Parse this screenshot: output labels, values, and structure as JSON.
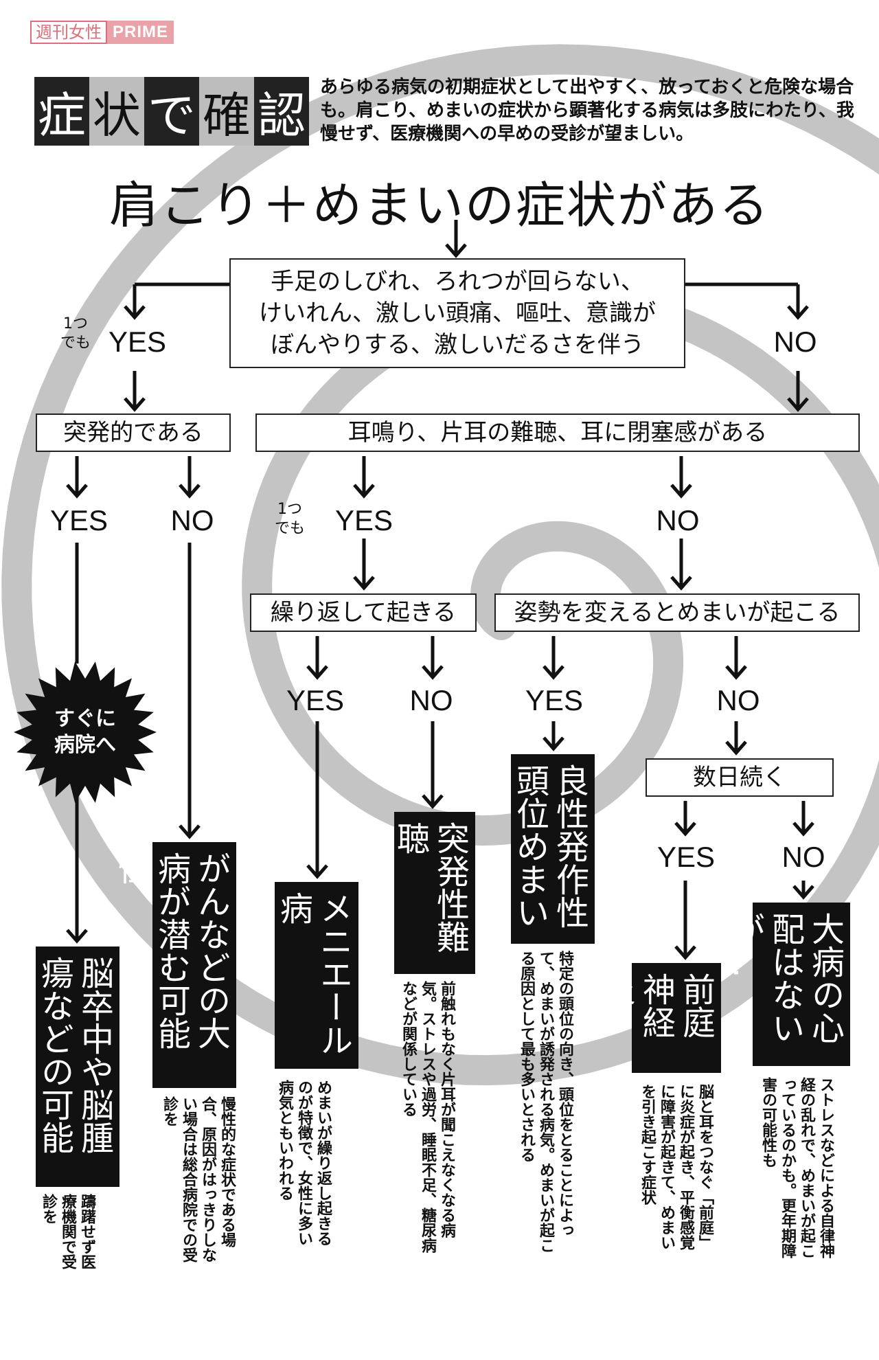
{
  "logo": {
    "part1": "週刊女性",
    "part2": "PRIME"
  },
  "header": {
    "chars": [
      "症",
      "状",
      "で",
      "確",
      "認"
    ]
  },
  "intro": "あらゆる病気の初期症状として出やすく、放っておくと危険な場合も。肩こり、めまいの症状から顕著化する病気は多肢にわたり、我慢せず、医療機関への早めの受診が望ましい。",
  "title": "肩こり＋めまいの症状がある",
  "q1": {
    "line1": "手足のしびれ、ろれつが回らない、",
    "line2": "けいれん、激しい頭痛、嘔吐、意識が",
    "line3": "ぼんやりする、激しいだるさを伴う"
  },
  "one_or_more": {
    "l1": "1つ",
    "l2": "でも"
  },
  "yes": "YES",
  "no": "NO",
  "q_sudden": "突発的である",
  "q_ear": "耳鳴り、片耳の難聴、耳に閉塞感がある",
  "q_repeat": "繰り返して起きる",
  "q_posture": "姿勢を変えるとめまいが起こる",
  "q_days": "数日続く",
  "burst": {
    "l1": "すぐに",
    "l2": "病院へ"
  },
  "results": {
    "stroke": {
      "title": "脳卒中や脳腫瘍などの可能性が",
      "note": "躊躇せず医療機関で受診を"
    },
    "cancer": {
      "title": "がんなどの大病が潜む可能性",
      "note": "慢性的な症状である場合、原因がはっきりしない場合は総合病院での受診を"
    },
    "meniere": {
      "title": "メニエール病",
      "note": "めまいが繰り返し起きるのが特徴で、女性に多い病気ともいわれる"
    },
    "sudden_deafness": {
      "title": "突発性難聴",
      "note": "前触れもなく片耳が聞こえなくなる病気。ストレスや過労、睡眠不足、糖尿病などが関係している"
    },
    "bppv": {
      "title": "良性発作性頭位めまい症",
      "note": "特定の頭位の向き、頭位をとることによって、めまいが誘発される病気。めまいが起こる原因として最も多いとされる"
    },
    "vestibular": {
      "title": "前庭神経炎",
      "note": "脳と耳をつなぐ「前庭」に炎症が起き、平衡感覚に障害が起きて、めまいを引き起こす症状"
    },
    "not_serious": {
      "title": "大病の心配はないが…",
      "note": "ストレスなどによる自律神経の乱れで、めまいが起こっているのかも。更年期障害の可能性も"
    }
  },
  "colors": {
    "spiral": "#c4c4c4",
    "ink": "#111111",
    "logo": "#d9707a"
  }
}
